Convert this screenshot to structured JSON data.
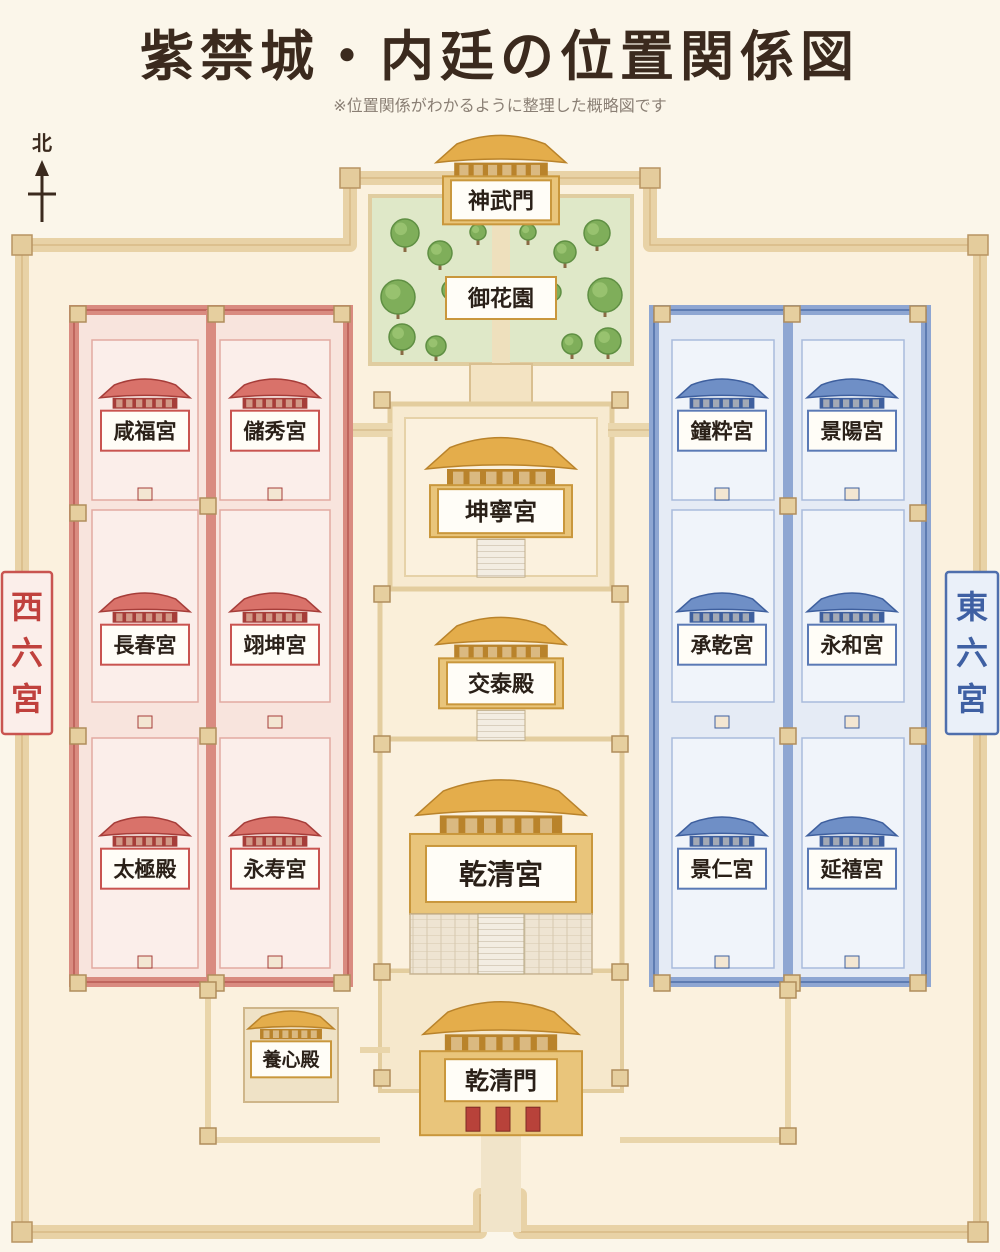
{
  "title": "紫禁城・内廷の位置関係図",
  "subtitle": "※位置関係がわかるように整理した概略図です",
  "compass": {
    "label": "北",
    "icon": "north-arrow-icon"
  },
  "west_label": [
    "西",
    "六",
    "宮"
  ],
  "east_label": [
    "東",
    "六",
    "宮"
  ],
  "central": {
    "shenwumen": "神武門",
    "garden": "御花園",
    "kunninggong": "坤寧宮",
    "jiaotaidian": "交泰殿",
    "qianqinggong": "乾清宮",
    "qianqingmen": "乾清門",
    "yangxindian": "養心殿"
  },
  "west_palaces": [
    "咸福宮",
    "儲秀宮",
    "長春宮",
    "翊坤宮",
    "太極殿",
    "永寿宮"
  ],
  "east_palaces": [
    "鐘粋宮",
    "景陽宮",
    "承乾宮",
    "永和宮",
    "景仁宮",
    "延禧宮"
  ],
  "colors": {
    "west": "#c95450",
    "west_fill": "#f7e1da",
    "east": "#5a79b5",
    "east_fill": "#e6ecf6",
    "gold": "#d9a13f",
    "wall": "#efdcb5",
    "bg": "#fbf6ea"
  }
}
